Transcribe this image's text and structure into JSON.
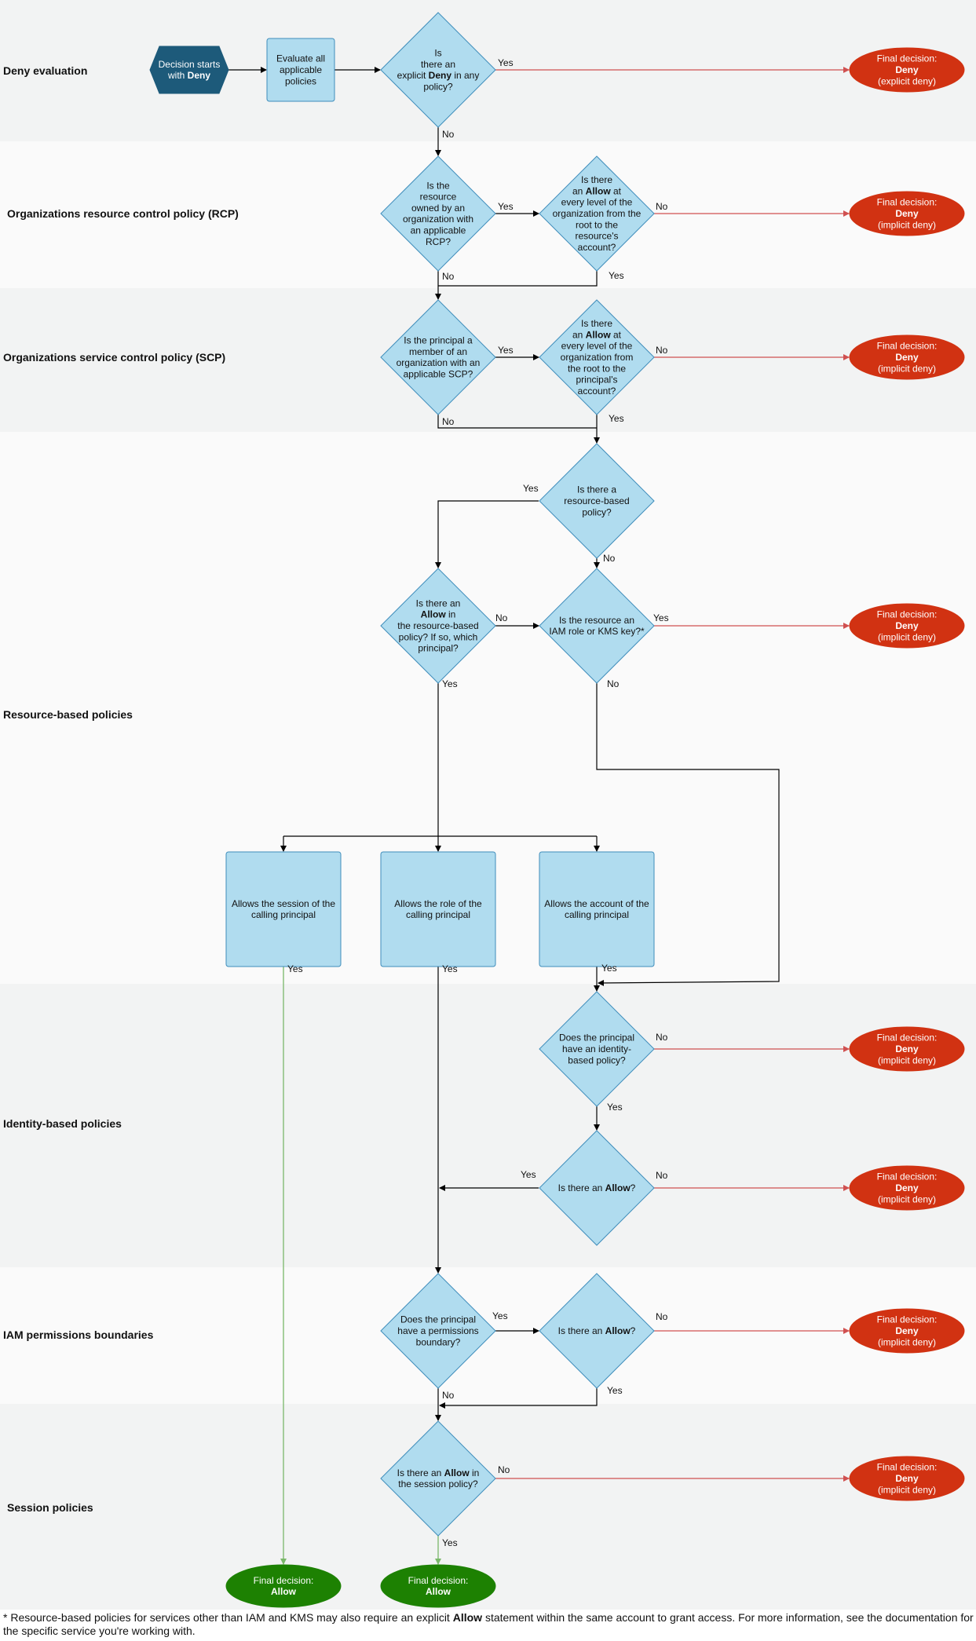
{
  "colors": {
    "band_odd": "#f2f3f3",
    "band_even": "#fafafa",
    "decision_fill": "#b0dcef",
    "decision_stroke": "#3f8dbb",
    "start_fill": "#1d5a7a",
    "deny_fill": "#d13212",
    "allow_fill": "#1d8102",
    "edge_black": "#000000",
    "edge_red": "#d05050",
    "edge_green": "#7ab86a"
  },
  "bands": [
    {
      "id": "deny",
      "label": "Deny evaluation"
    },
    {
      "id": "rcp",
      "label": "Organizations resource control policy (RCP)"
    },
    {
      "id": "scp",
      "label": "Organizations service control policy (SCP)"
    },
    {
      "id": "rbp",
      "label": "Resource-based policies"
    },
    {
      "id": "ibp",
      "label": "Identity-based policies"
    },
    {
      "id": "pb",
      "label": "IAM permissions boundaries"
    },
    {
      "id": "sp",
      "label": "Session policies"
    }
  ],
  "nodes": {
    "start": [
      {
        "t": "Decision starts"
      },
      {
        "t": "with "
      },
      {
        "t": "Deny",
        "b": true
      }
    ],
    "evaluate": [
      {
        "t": "Evaluate all"
      },
      {
        "t": "applicable"
      },
      {
        "t": "policies"
      }
    ],
    "explicit_deny_q": [
      {
        "t": "Is"
      },
      {
        "t": "there an"
      },
      {
        "t": "explicit "
      },
      {
        "t": "Deny",
        "b": true
      },
      {
        "t": " in any"
      },
      {
        "t": "policy?"
      }
    ],
    "rcp_owned_q": [
      {
        "t": "Is the"
      },
      {
        "t": "resource"
      },
      {
        "t": "owned by an"
      },
      {
        "t": "organization with"
      },
      {
        "t": "an applicable"
      },
      {
        "t": "RCP?"
      }
    ],
    "rcp_allow_q": [
      {
        "t": "Is there"
      },
      {
        "t": "an "
      },
      {
        "t": "Allow",
        "b": true
      },
      {
        "t": " at"
      },
      {
        "t": "every level of the"
      },
      {
        "t": "organization from the"
      },
      {
        "t": "root to the"
      },
      {
        "t": "resource's"
      },
      {
        "t": "account?"
      }
    ],
    "scp_member_q": [
      {
        "t": "Is the principal a"
      },
      {
        "t": "member of an"
      },
      {
        "t": "organization with an"
      },
      {
        "t": "applicable SCP?"
      }
    ],
    "scp_allow_q": [
      {
        "t": "Is there"
      },
      {
        "t": "an "
      },
      {
        "t": "Allow",
        "b": true
      },
      {
        "t": " at"
      },
      {
        "t": "every level of the"
      },
      {
        "t": "organization from"
      },
      {
        "t": "the root to the"
      },
      {
        "t": "principal's"
      },
      {
        "t": "account?"
      }
    ],
    "rbp_exists_q": [
      {
        "t": "Is there a"
      },
      {
        "t": "resource-based"
      },
      {
        "t": "policy?"
      }
    ],
    "rbp_allow_q": [
      {
        "t": "Is there an"
      },
      {
        "t": "Allow",
        "b": true
      },
      {
        "t": " in"
      },
      {
        "t": "the resource-based"
      },
      {
        "t": "policy? If so, which"
      },
      {
        "t": "principal?"
      }
    ],
    "iam_kms_q": [
      {
        "t": "Is the resource an"
      },
      {
        "t": "IAM role or KMS key?*"
      }
    ],
    "allow_session": [
      {
        "t": "Allows the session of the"
      },
      {
        "t": "calling principal"
      }
    ],
    "allow_role": [
      {
        "t": "Allows the role of the"
      },
      {
        "t": "calling principal"
      }
    ],
    "allow_account": [
      {
        "t": "Allows the account of the"
      },
      {
        "t": "calling principal"
      }
    ],
    "ibp_exists_q": [
      {
        "t": "Does the principal"
      },
      {
        "t": "have an identity-"
      },
      {
        "t": "based policy?"
      }
    ],
    "ibp_allow_q": [
      {
        "t": "Is there an "
      },
      {
        "t": "Allow",
        "b": true
      },
      {
        "t": "?"
      }
    ],
    "pb_exists_q": [
      {
        "t": "Does the principal"
      },
      {
        "t": "have a permissions"
      },
      {
        "t": "boundary?"
      }
    ],
    "pb_allow_q": [
      {
        "t": "Is there an "
      },
      {
        "t": "Allow",
        "b": true
      },
      {
        "t": "?"
      }
    ],
    "sp_allow_q": [
      {
        "t": "Is there an "
      },
      {
        "t": "Allow",
        "b": true
      },
      {
        "t": " in"
      },
      {
        "t": "the session policy?"
      }
    ],
    "final_explicit_deny": [
      {
        "t": "Final decision:"
      },
      {
        "t": "Deny",
        "b": true
      },
      {
        "t": "(explicit deny)"
      }
    ],
    "final_implicit_deny": [
      {
        "t": "Final decision:"
      },
      {
        "t": "Deny",
        "b": true
      },
      {
        "t": "(implicit deny)"
      }
    ],
    "final_allow": [
      {
        "t": "Final decision:"
      },
      {
        "t": "Allow",
        "b": true
      }
    ]
  },
  "edge_labels": {
    "yes": "Yes",
    "no": "No"
  },
  "footnote": [
    {
      "t": "* Resource-based policies for services other than IAM and KMS may also require an explicit "
    },
    {
      "t": "Allow",
      "b": true
    },
    {
      "t": " statement within the same account to grant access. For more information, see the documentation for the specific service you're working with."
    }
  ]
}
